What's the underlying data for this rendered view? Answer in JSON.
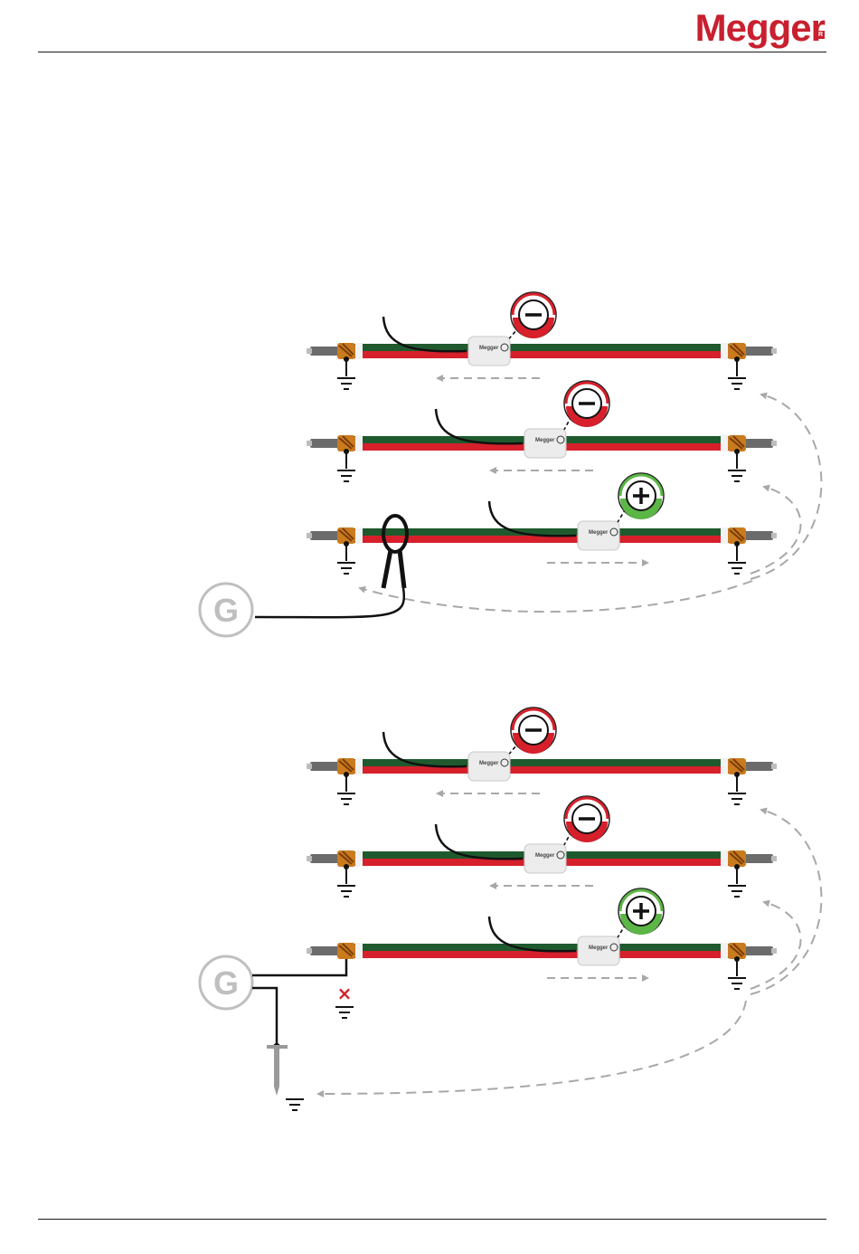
{
  "header": {
    "logo_text": "Megger",
    "logo_mark": "R"
  },
  "colors": {
    "brand": "#c8202f",
    "cable_top": "#1f5a2e",
    "cable_bottom": "#d6202b",
    "negative": "#d6202b",
    "positive": "#5bb646",
    "generator": "#bfbfbf",
    "current_path": "#a8a8a8"
  },
  "diagram": {
    "generator_label": "G",
    "sensor_brand": "Megger",
    "scenario_a": {
      "connection": "clamp",
      "phases": [
        {
          "polarity": "−",
          "direction": "left"
        },
        {
          "polarity": "−",
          "direction": "left"
        },
        {
          "polarity": "+",
          "direction": "right"
        }
      ]
    },
    "scenario_b": {
      "connection": "direct",
      "disconnected_marker": "×",
      "phases": [
        {
          "polarity": "−",
          "direction": "left"
        },
        {
          "polarity": "−",
          "direction": "left"
        },
        {
          "polarity": "+",
          "direction": "right"
        }
      ]
    }
  }
}
